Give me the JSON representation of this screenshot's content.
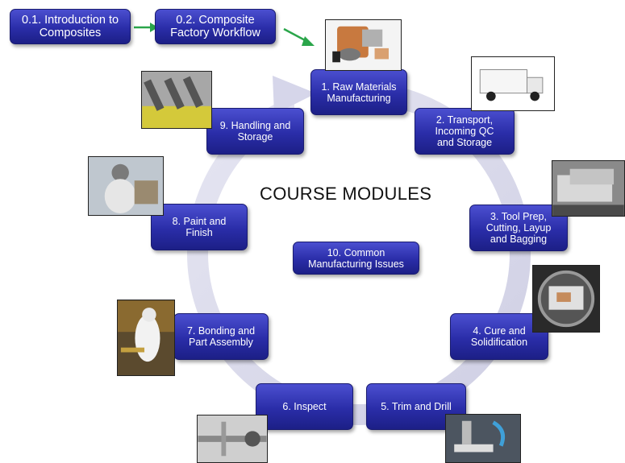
{
  "header_flow": {
    "intro": "0.1. Introduction to\nComposites",
    "workflow": "0.2. Composite\nFactory Workflow"
  },
  "title": "COURSE MODULES",
  "modules": [
    {
      "label": "1. Raw Materials\nManufacturing"
    },
    {
      "label": "2. Transport,\nIncoming QC\nand Storage"
    },
    {
      "label": "3. Tool Prep,\nCutting, Layup\nand Bagging"
    },
    {
      "label": "4. Cure and\nSolidification"
    },
    {
      "label": "5. Trim and Drill"
    },
    {
      "label": "6. Inspect"
    },
    {
      "label": "7. Bonding and\nPart Assembly"
    },
    {
      "label": "8. Paint and\nFinish"
    },
    {
      "label": "9. Handling and\nStorage"
    },
    {
      "label": "10. Common\nManufacturing Issues"
    }
  ],
  "colors": {
    "module_fill": "#2a2da8",
    "arrow_green": "#2aa54a",
    "ring": "#dcdcee"
  }
}
